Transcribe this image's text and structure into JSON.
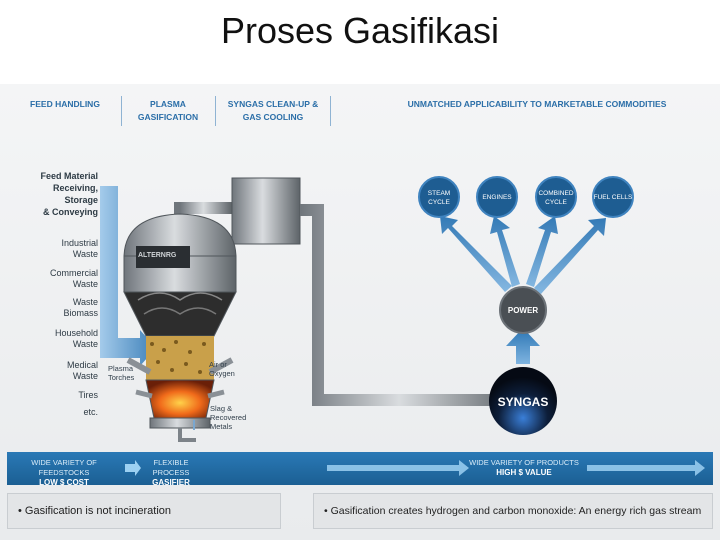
{
  "title": "Proses Gasifikasi",
  "headers": {
    "feed_handling": "FEED HANDLING",
    "plasma_1": "PLASMA",
    "plasma_2": "GASIFICATION",
    "syngas_1": "SYNGAS CLEAN-UP &",
    "syngas_2": "GAS COOLING",
    "unmatched": "UNMATCHED APPLICABILITY TO MARKETABLE COMMODITIES"
  },
  "feed_material": [
    "Feed Material",
    "Receiving,",
    "Storage",
    "& Conveying"
  ],
  "feedstocks": [
    [
      "Industrial",
      "Waste"
    ],
    [
      "Commercial",
      "Waste"
    ],
    [
      "Waste",
      "Biomass"
    ],
    [
      "Household",
      "Waste"
    ],
    [
      "Medical",
      "Waste"
    ],
    [
      "Tires"
    ],
    [
      "etc."
    ]
  ],
  "gasifier": {
    "logo": "ALTERNRG",
    "plasma_torches": [
      "Plasma",
      "Torches"
    ],
    "air_oxygen": [
      "Air or",
      "Oxygen"
    ],
    "slag": [
      "Slag &",
      "Recovered",
      "Metals"
    ]
  },
  "products": [
    [
      "STEAM",
      "CYCLE"
    ],
    [
      "ENGINES"
    ],
    [
      "COMBINED",
      "CYCLE"
    ],
    [
      "FUEL CELLS"
    ]
  ],
  "power_label": "POWER",
  "syngas_label": "SYNGAS",
  "band": {
    "left_1": "WIDE VARIETY OF FEEDSTOCKS",
    "left_2": "LOW $ COST",
    "mid_1": "FLEXIBLE PROCESS",
    "mid_2": "GASIFIER",
    "right_1": "WIDE VARIETY OF PRODUCTS",
    "right_2": "HIGH $ VALUE"
  },
  "bullets": {
    "left": "• Gasification is not incineration",
    "right": "• Gasification creates hydrogen and carbon monoxide: An energy rich gas stream"
  },
  "colors": {
    "accent_blue": "#2b6ea8",
    "band_blue": "#1f679e",
    "node_blue": "#1e5d92",
    "power_grey": "#4a4f54"
  }
}
